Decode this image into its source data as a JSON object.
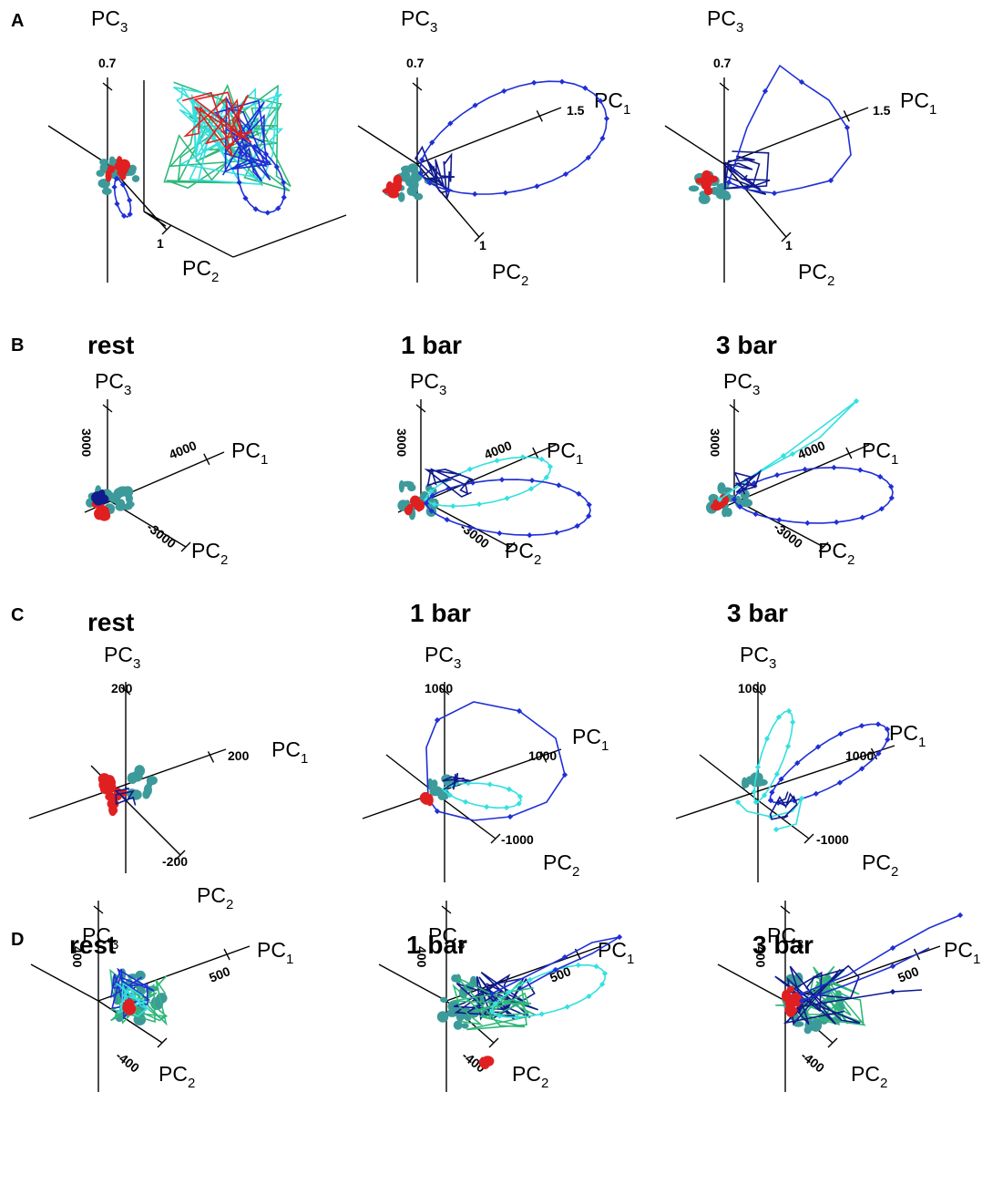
{
  "row_labels": [
    "A",
    "B",
    "C",
    "D"
  ],
  "axis_names": {
    "pc": "PC",
    "sub1": "1",
    "sub2": "2",
    "sub3": "3"
  },
  "colors": {
    "blue": "#1f2fd6",
    "dark_blue": "#101a8c",
    "cyan": "#34e0e0",
    "teal": "#3d9a9a",
    "green": "#2fb87a",
    "red": "#e02020",
    "axis": "#000000"
  },
  "panels": [
    {
      "id": "A1",
      "title": "",
      "pc3_tick": "0.7",
      "pc1_tick": "",
      "pc2_tick": "1"
    },
    {
      "id": "A2",
      "title": "",
      "pc3_tick": "0.7",
      "pc1_tick": "1.5",
      "pc2_tick": "1"
    },
    {
      "id": "A3",
      "title": "",
      "pc3_tick": "0.7",
      "pc1_tick": "1.5",
      "pc2_tick": "1"
    },
    {
      "id": "B1",
      "title": "rest",
      "pc3_tick": "3000",
      "pc1_tick": "4000",
      "pc2_tick": "-3000"
    },
    {
      "id": "B2",
      "title": "1 bar",
      "pc3_tick": "3000",
      "pc1_tick": "4000",
      "pc2_tick": "-3000"
    },
    {
      "id": "B3",
      "title": "3 bar",
      "pc3_tick": "3000",
      "pc1_tick": "4000",
      "pc2_tick": "-3000"
    },
    {
      "id": "C1",
      "title": "rest",
      "pc3_tick": "200",
      "pc1_tick": "200",
      "pc2_tick": "-200"
    },
    {
      "id": "C2",
      "title": "1 bar",
      "pc3_tick": "1000",
      "pc1_tick": "1000",
      "pc2_tick": "-1000"
    },
    {
      "id": "C3",
      "title": "3 bar",
      "pc3_tick": "1000",
      "pc1_tick": "1000",
      "pc2_tick": "-1000"
    },
    {
      "id": "D1",
      "title": "rest",
      "pc3_tick": "400",
      "pc1_tick": "500",
      "pc2_tick": "-400"
    },
    {
      "id": "D2",
      "title": "1 bar",
      "pc3_tick": "400",
      "pc1_tick": "500",
      "pc2_tick": "-400"
    },
    {
      "id": "D3",
      "title": "3 bar",
      "pc3_tick": "400",
      "pc1_tick": "500",
      "pc2_tick": "-400"
    }
  ]
}
